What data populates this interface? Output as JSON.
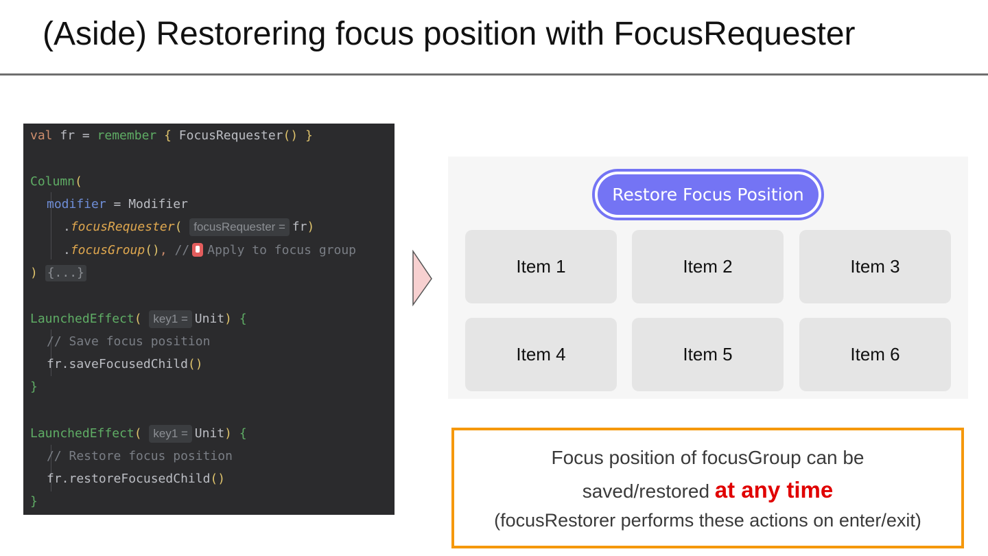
{
  "slide": {
    "title": "(Aside) Restorering focus position with FocusRequester"
  },
  "code": {
    "l1": {
      "kw": "val",
      "ident": " fr = ",
      "fn": "remember",
      "open": " {",
      "cls": " FocusRequester",
      "paren": "()",
      "close": " }"
    },
    "l3": {
      "fn": "Column",
      "paren": "("
    },
    "l4": {
      "param": "modifier",
      "rest": " = Modifier"
    },
    "l5": {
      "dot": ".",
      "ext": "focusRequester",
      "paren": "(",
      "hint": "focusRequester =",
      "arg": " fr",
      "close": ")"
    },
    "l6": {
      "dot": ".",
      "ext": "focusGroup",
      "paren": "()",
      "comma": ",",
      "comment1": " //",
      "comment2": "Apply to focus group"
    },
    "l7": {
      "paren": ")",
      "fold": "{...}"
    },
    "l9": {
      "fn": "LaunchedEffect",
      "paren": "(",
      "hint": "key1 =",
      "arg": " Unit",
      "close": ")",
      "brace": " {"
    },
    "l10": {
      "comment": "// Save focus position"
    },
    "l11": {
      "call": "fr.saveFocusedChild",
      "paren": "()"
    },
    "l12": {
      "brace": "}"
    },
    "l14": {
      "fn": "LaunchedEffect",
      "paren": "(",
      "hint": "key1 =",
      "arg": " Unit",
      "close": ")",
      "brace": " {"
    },
    "l15": {
      "comment": "// Restore focus position"
    },
    "l16": {
      "call": "fr.restoreFocusedChild",
      "paren": "()"
    },
    "l17": {
      "brace": "}"
    }
  },
  "preview": {
    "button_label": "Restore Focus Position",
    "items": [
      "Item 1",
      "Item 2",
      "Item 3",
      "Item 4",
      "Item 5",
      "Item 6"
    ]
  },
  "note": {
    "line1": "Focus position of focusGroup can be",
    "line2_prefix": "saved/restored ",
    "line2_highlight": "at any time",
    "line3": "(focusRestorer performs these actions on enter/exit)"
  },
  "colors": {
    "button": "#7474f4",
    "note_border": "#f5980c",
    "highlight": "#e00000",
    "code_bg": "#2b2b2d"
  }
}
